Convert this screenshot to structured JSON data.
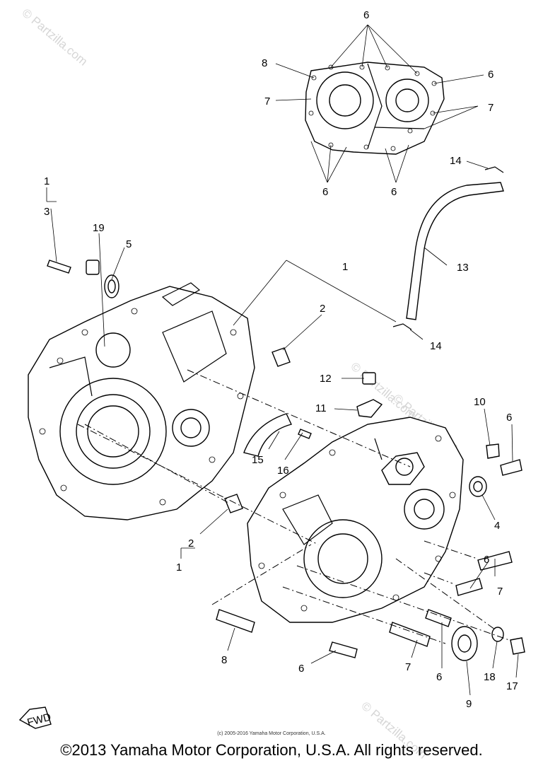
{
  "watermarks": [
    {
      "text": "© Partzilla.com"
    },
    {
      "text": "© Partzilla.com"
    },
    {
      "text": "© Partzilla.com"
    },
    {
      "text": "© Partzilla.com"
    }
  ],
  "callouts": [
    {
      "id": "c6a",
      "text": "6"
    },
    {
      "id": "c8a",
      "text": "8"
    },
    {
      "id": "c6b",
      "text": "6"
    },
    {
      "id": "c7a",
      "text": "7"
    },
    {
      "id": "c7b",
      "text": "7"
    },
    {
      "id": "c6c",
      "text": "6"
    },
    {
      "id": "c6d",
      "text": "6"
    },
    {
      "id": "c14a",
      "text": "14"
    },
    {
      "id": "c1a",
      "text": "1"
    },
    {
      "id": "c3",
      "text": "3"
    },
    {
      "id": "c19",
      "text": "19"
    },
    {
      "id": "c5",
      "text": "5"
    },
    {
      "id": "c13",
      "text": "13"
    },
    {
      "id": "c1b",
      "text": "1"
    },
    {
      "id": "c2a",
      "text": "2"
    },
    {
      "id": "c14b",
      "text": "14"
    },
    {
      "id": "c12",
      "text": "12"
    },
    {
      "id": "c11",
      "text": "11"
    },
    {
      "id": "c10",
      "text": "10"
    },
    {
      "id": "c6e",
      "text": "6"
    },
    {
      "id": "c15",
      "text": "15"
    },
    {
      "id": "c16",
      "text": "16"
    },
    {
      "id": "c4",
      "text": "4"
    },
    {
      "id": "c2b",
      "text": "2"
    },
    {
      "id": "c1c",
      "text": "1"
    },
    {
      "id": "c6f",
      "text": "6"
    },
    {
      "id": "c7c",
      "text": "7"
    },
    {
      "id": "c8b",
      "text": "8"
    },
    {
      "id": "c6g",
      "text": "6"
    },
    {
      "id": "c7d",
      "text": "7"
    },
    {
      "id": "c6h",
      "text": "6"
    },
    {
      "id": "c9",
      "text": "9"
    },
    {
      "id": "c18",
      "text": "18"
    },
    {
      "id": "c17",
      "text": "17"
    }
  ],
  "fwd_label": "FWD",
  "small_copyright": "(c) 2005-2016 Yamaha Motor Corporation, U.S.A.",
  "copyright": "©2013 Yamaha Motor Corporation, U.S.A. All rights reserved."
}
